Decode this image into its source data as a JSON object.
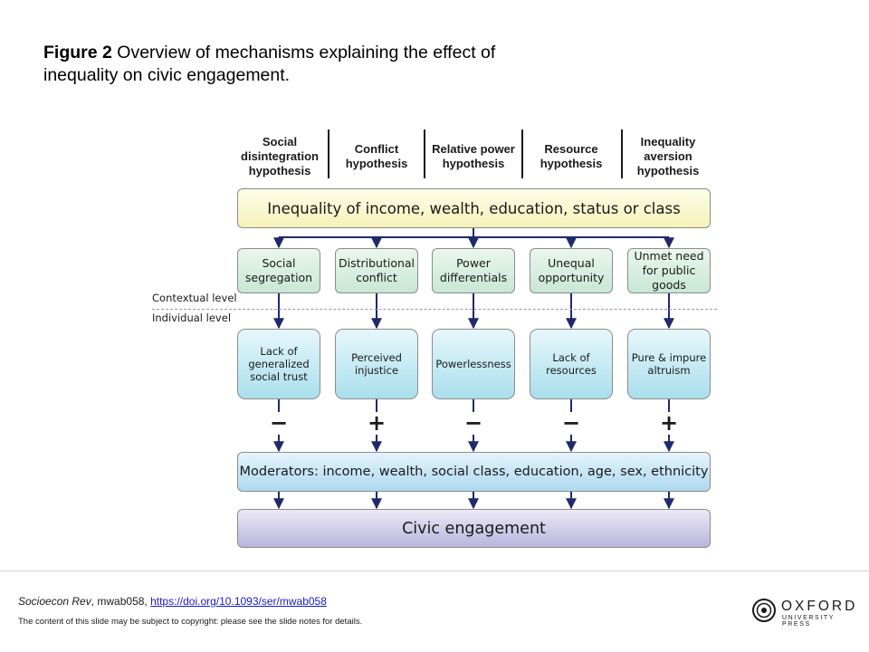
{
  "caption": {
    "label": "Figure 2",
    "text": " Overview of mechanisms explaining the effect of inequality on civic engagement."
  },
  "diagram": {
    "hypotheses": [
      "Social disintegration hypothesis",
      "Conflict hypothesis",
      "Relative power hypothesis",
      "Resource hypothesis",
      "Inequality aversion hypothesis"
    ],
    "inequality_box": "Inequality of income, wealth, education, status or class",
    "contextual_mechanisms": [
      "Social segregation",
      "Distributional conflict",
      "Power differentials",
      "Unequal opportunity",
      "Unmet need for public goods"
    ],
    "level_labels": {
      "contextual": "Contextual level",
      "individual": "Individual level"
    },
    "individual_mechanisms": [
      "Lack of generalized social trust",
      "Perceived injustice",
      "Powerlessness",
      "Lack of resources",
      "Pure & impure altruism"
    ],
    "effect_signs": [
      "−",
      "+",
      "−",
      "−",
      "+"
    ],
    "moderators_box": "Moderators: income, wealth, social class, education, age, sex, ethnicity",
    "outcome_box": "Civic engagement"
  },
  "footer": {
    "journal": "Socioecon Rev",
    "article_id": ", mwab058, ",
    "doi_link": "https://doi.org/10.1093/ser/mwab058",
    "copyright": "The content of this slide may be subject to copyright: please see the slide notes for details.",
    "logo_word": "OXFORD",
    "logo_sub": "UNIVERSITY PRESS"
  },
  "colors": {
    "inequality_fill": "#f5f2b8",
    "contextual_fill": "#c8e7d4",
    "individual_fill": "#a9dfec",
    "moderator_fill": "#aed9ef",
    "outcome_fill": "#b9b4dd",
    "arrow": "#1f2a6b",
    "link": "#1a1acc"
  }
}
